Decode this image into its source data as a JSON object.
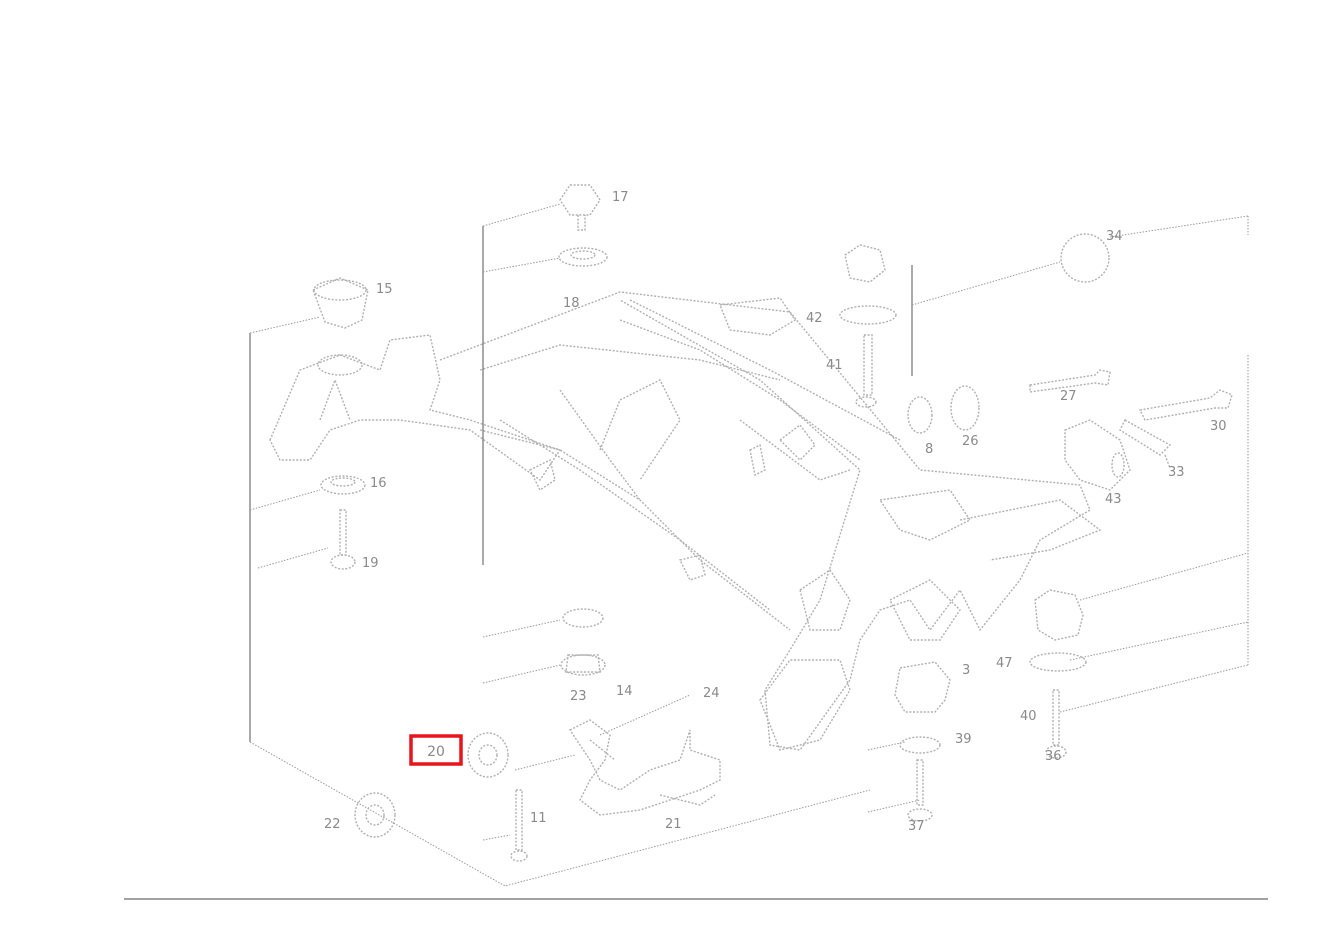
{
  "diagram": {
    "highlight_color": "#e8141c",
    "highlighted_label": "20",
    "labels": [
      {
        "id": "17",
        "text": "17"
      },
      {
        "id": "18",
        "text": "18"
      },
      {
        "id": "15",
        "text": "15"
      },
      {
        "id": "42",
        "text": "42"
      },
      {
        "id": "41",
        "text": "41"
      },
      {
        "id": "34",
        "text": "34"
      },
      {
        "id": "8",
        "text": "8"
      },
      {
        "id": "26",
        "text": "26"
      },
      {
        "id": "27",
        "text": "27"
      },
      {
        "id": "30",
        "text": "30"
      },
      {
        "id": "33",
        "text": "33"
      },
      {
        "id": "43",
        "text": "43"
      },
      {
        "id": "16",
        "text": "16"
      },
      {
        "id": "19",
        "text": "19"
      },
      {
        "id": "14",
        "text": "14"
      },
      {
        "id": "24",
        "text": "24"
      },
      {
        "id": "3",
        "text": "3"
      },
      {
        "id": "47",
        "text": "47"
      },
      {
        "id": "40",
        "text": "40"
      },
      {
        "id": "39",
        "text": "39"
      },
      {
        "id": "21",
        "text": "21"
      },
      {
        "id": "11",
        "text": "11"
      },
      {
        "id": "22",
        "text": "22"
      },
      {
        "id": "23",
        "text": "23"
      },
      {
        "id": "37",
        "text": "37"
      },
      {
        "id": "36",
        "text": "36"
      }
    ]
  }
}
